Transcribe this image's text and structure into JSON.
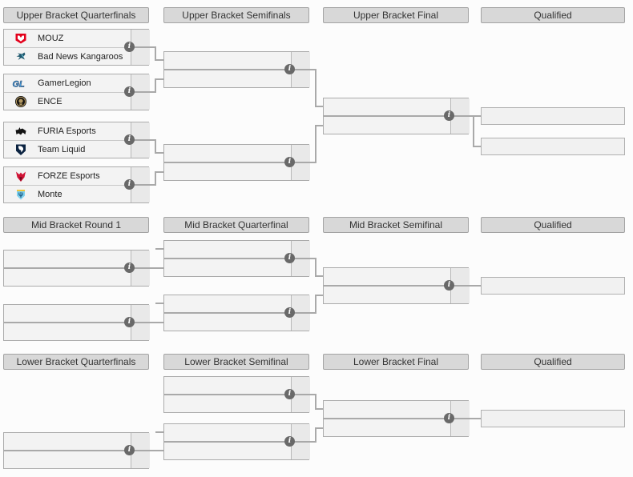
{
  "bracket": {
    "title": "Tournament Bracket",
    "info_icon_glyph": "i",
    "colors": {
      "page_bg": "#fcfcfc",
      "header_bg": "#d8d8d8",
      "header_border": "#a3a3a3",
      "box_bg": "#f3f3f3",
      "box_border": "#ababab",
      "score_cell_bg": "#e9e9e9",
      "connector_line": "#a9a9a9",
      "info_icon_bg": "#696969",
      "mouz_red": "#e3001b",
      "liquid_navy": "#0b2341",
      "forze_red": "#d01335",
      "monte_cyan": "#7ed0ee"
    },
    "sections": [
      {
        "name": "Upper Bracket",
        "headers": [
          "Upper Bracket Quarterfinals",
          "Upper Bracket Semifinals",
          "Upper Bracket Final",
          "Qualified"
        ],
        "matches": [
          {
            "round": "Upper Bracket Quarterfinals",
            "slots": [
              {
                "team": "MOUZ",
                "icon": "mouz-logo-icon",
                "score": ""
              },
              {
                "team": "Bad News Kangaroos",
                "icon": "bad-news-kangaroos-logo-icon",
                "score": ""
              }
            ]
          },
          {
            "round": "Upper Bracket Quarterfinals",
            "slots": [
              {
                "team": "GamerLegion",
                "icon": "gamerlegion-logo-icon",
                "score": ""
              },
              {
                "team": "ENCE",
                "icon": "ence-logo-icon",
                "score": ""
              }
            ]
          },
          {
            "round": "Upper Bracket Quarterfinals",
            "slots": [
              {
                "team": "FURIA Esports",
                "icon": "furia-logo-icon",
                "score": ""
              },
              {
                "team": "Team Liquid",
                "icon": "team-liquid-logo-icon",
                "score": ""
              }
            ]
          },
          {
            "round": "Upper Bracket Quarterfinals",
            "slots": [
              {
                "team": "FORZE Esports",
                "icon": "forze-logo-icon",
                "score": ""
              },
              {
                "team": "Monte",
                "icon": "monte-logo-icon",
                "score": ""
              }
            ]
          },
          {
            "round": "Upper Bracket Semifinals",
            "slots": [
              {
                "team": "",
                "icon": "",
                "score": ""
              },
              {
                "team": "",
                "icon": "",
                "score": ""
              }
            ]
          },
          {
            "round": "Upper Bracket Semifinals",
            "slots": [
              {
                "team": "",
                "icon": "",
                "score": ""
              },
              {
                "team": "",
                "icon": "",
                "score": ""
              }
            ]
          },
          {
            "round": "Upper Bracket Final",
            "slots": [
              {
                "team": "",
                "icon": "",
                "score": ""
              },
              {
                "team": "",
                "icon": "",
                "score": ""
              }
            ]
          }
        ],
        "qualified_slots": [
          "",
          ""
        ]
      },
      {
        "name": "Mid Bracket",
        "headers": [
          "Mid Bracket Round 1",
          "Mid Bracket Quarterfinal",
          "Mid Bracket Semifinal",
          "Qualified"
        ],
        "matches": [
          {
            "round": "Mid Bracket Round 1",
            "slots": [
              {
                "team": "",
                "icon": "",
                "score": ""
              },
              {
                "team": "",
                "icon": "",
                "score": ""
              }
            ]
          },
          {
            "round": "Mid Bracket Round 1",
            "slots": [
              {
                "team": "",
                "icon": "",
                "score": ""
              },
              {
                "team": "",
                "icon": "",
                "score": ""
              }
            ]
          },
          {
            "round": "Mid Bracket Quarterfinal",
            "slots": [
              {
                "team": "",
                "icon": "",
                "score": ""
              },
              {
                "team": "",
                "icon": "",
                "score": ""
              }
            ]
          },
          {
            "round": "Mid Bracket Quarterfinal",
            "slots": [
              {
                "team": "",
                "icon": "",
                "score": ""
              },
              {
                "team": "",
                "icon": "",
                "score": ""
              }
            ]
          },
          {
            "round": "Mid Bracket Semifinal",
            "slots": [
              {
                "team": "",
                "icon": "",
                "score": ""
              },
              {
                "team": "",
                "icon": "",
                "score": ""
              }
            ]
          }
        ],
        "qualified_slots": [
          ""
        ]
      },
      {
        "name": "Lower Bracket",
        "headers": [
          "Lower Bracket Quarterfinals",
          "Lower Bracket Semifinal",
          "Lower Bracket Final",
          "Qualified"
        ],
        "matches": [
          {
            "round": "Lower Bracket Quarterfinals",
            "slots": [
              {
                "team": "",
                "icon": "",
                "score": ""
              },
              {
                "team": "",
                "icon": "",
                "score": ""
              }
            ]
          },
          {
            "round": "Lower Bracket Semifinal",
            "slots": [
              {
                "team": "",
                "icon": "",
                "score": ""
              },
              {
                "team": "",
                "icon": "",
                "score": ""
              }
            ]
          },
          {
            "round": "Lower Bracket Semifinal",
            "slots": [
              {
                "team": "",
                "icon": "",
                "score": ""
              },
              {
                "team": "",
                "icon": "",
                "score": ""
              }
            ]
          },
          {
            "round": "Lower Bracket Final",
            "slots": [
              {
                "team": "",
                "icon": "",
                "score": ""
              },
              {
                "team": "",
                "icon": "",
                "score": ""
              }
            ]
          }
        ],
        "qualified_slots": [
          ""
        ]
      }
    ]
  }
}
